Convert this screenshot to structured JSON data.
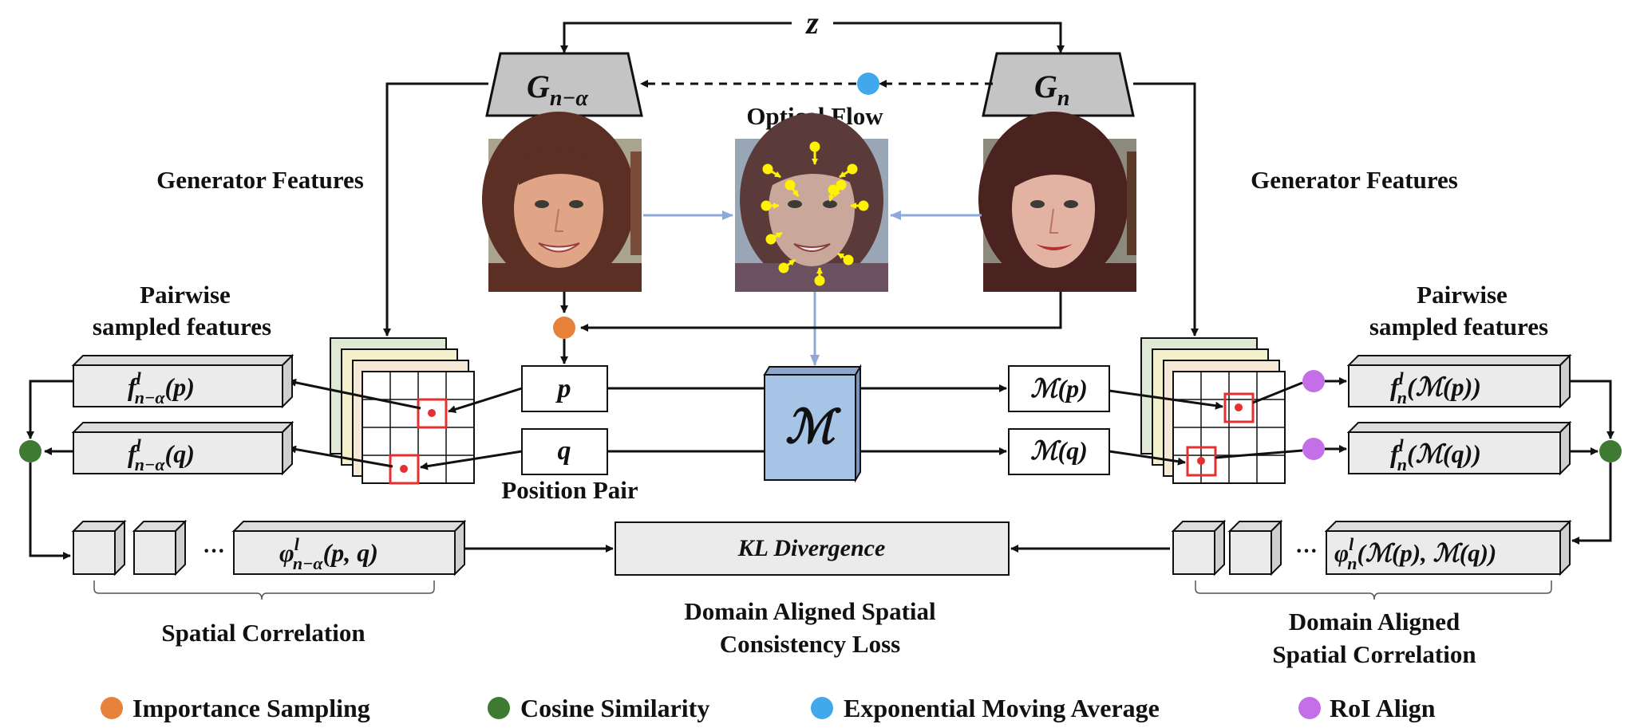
{
  "top_label": "z",
  "generators": {
    "left": {
      "base": "G",
      "sub": "n−α"
    },
    "right": {
      "base": "G",
      "sub": "n"
    }
  },
  "optical_flow_label": "Optical Flow",
  "generator_features_label": "Generator Features",
  "pairwise_label_line1": "Pairwise",
  "pairwise_label_line2": "sampled features",
  "position_pair_label": "Position Pair",
  "mapping_symbol": "ℳ",
  "positions": {
    "p": "p",
    "q": "q",
    "mp": "ℳ(p)",
    "mq": "ℳ(q)"
  },
  "features_left": {
    "fp": {
      "base": "f",
      "sup": "l",
      "sub": "n−α",
      "arg": "(p)"
    },
    "fq": {
      "base": "f",
      "sup": "l",
      "sub": "n−α",
      "arg": "(q)"
    }
  },
  "features_right": {
    "fp": {
      "base": "f",
      "sup": "l",
      "sub": "n",
      "arg": "(ℳ(p))"
    },
    "fq": {
      "base": "f",
      "sup": "l",
      "sub": "n",
      "arg": "(ℳ(q))"
    }
  },
  "phi_left": {
    "base": "φ",
    "sup": "l",
    "sub": "n−α",
    "arg": "(p, q)"
  },
  "phi_right": {
    "base": "φ",
    "sup": "l",
    "sub": "n",
    "arg": "(ℳ(p), ℳ(q))"
  },
  "ellipsis": "···",
  "kl_label": "KL Divergence",
  "loss_label_line1": "Domain Aligned Spatial",
  "loss_label_line2": "Consistency Loss",
  "spatial_corr_label": "Spatial Correlation",
  "da_corr_line1": "Domain Aligned",
  "da_corr_line2": "Spatial Correlation",
  "legend": [
    {
      "label": "Importance Sampling",
      "color": "#e8823a",
      "icon": "orange-dot-icon"
    },
    {
      "label": "Cosine Similarity",
      "color": "#3f7a33",
      "icon": "green-dot-icon"
    },
    {
      "label": "Exponential Moving Average",
      "color": "#41a9eb",
      "icon": "blue-dot-icon"
    },
    {
      "label": "RoI Align",
      "color": "#c46ee8",
      "icon": "purple-dot-icon"
    }
  ],
  "colors": {
    "generator_fill": "#c4c4c4",
    "mapping_fill": "#a6c4e6",
    "box_fill": "#ebebeb",
    "flow_arrow": "#8ea8d8",
    "sample_marker": "#e53030",
    "flow_marker": "#fff200"
  }
}
